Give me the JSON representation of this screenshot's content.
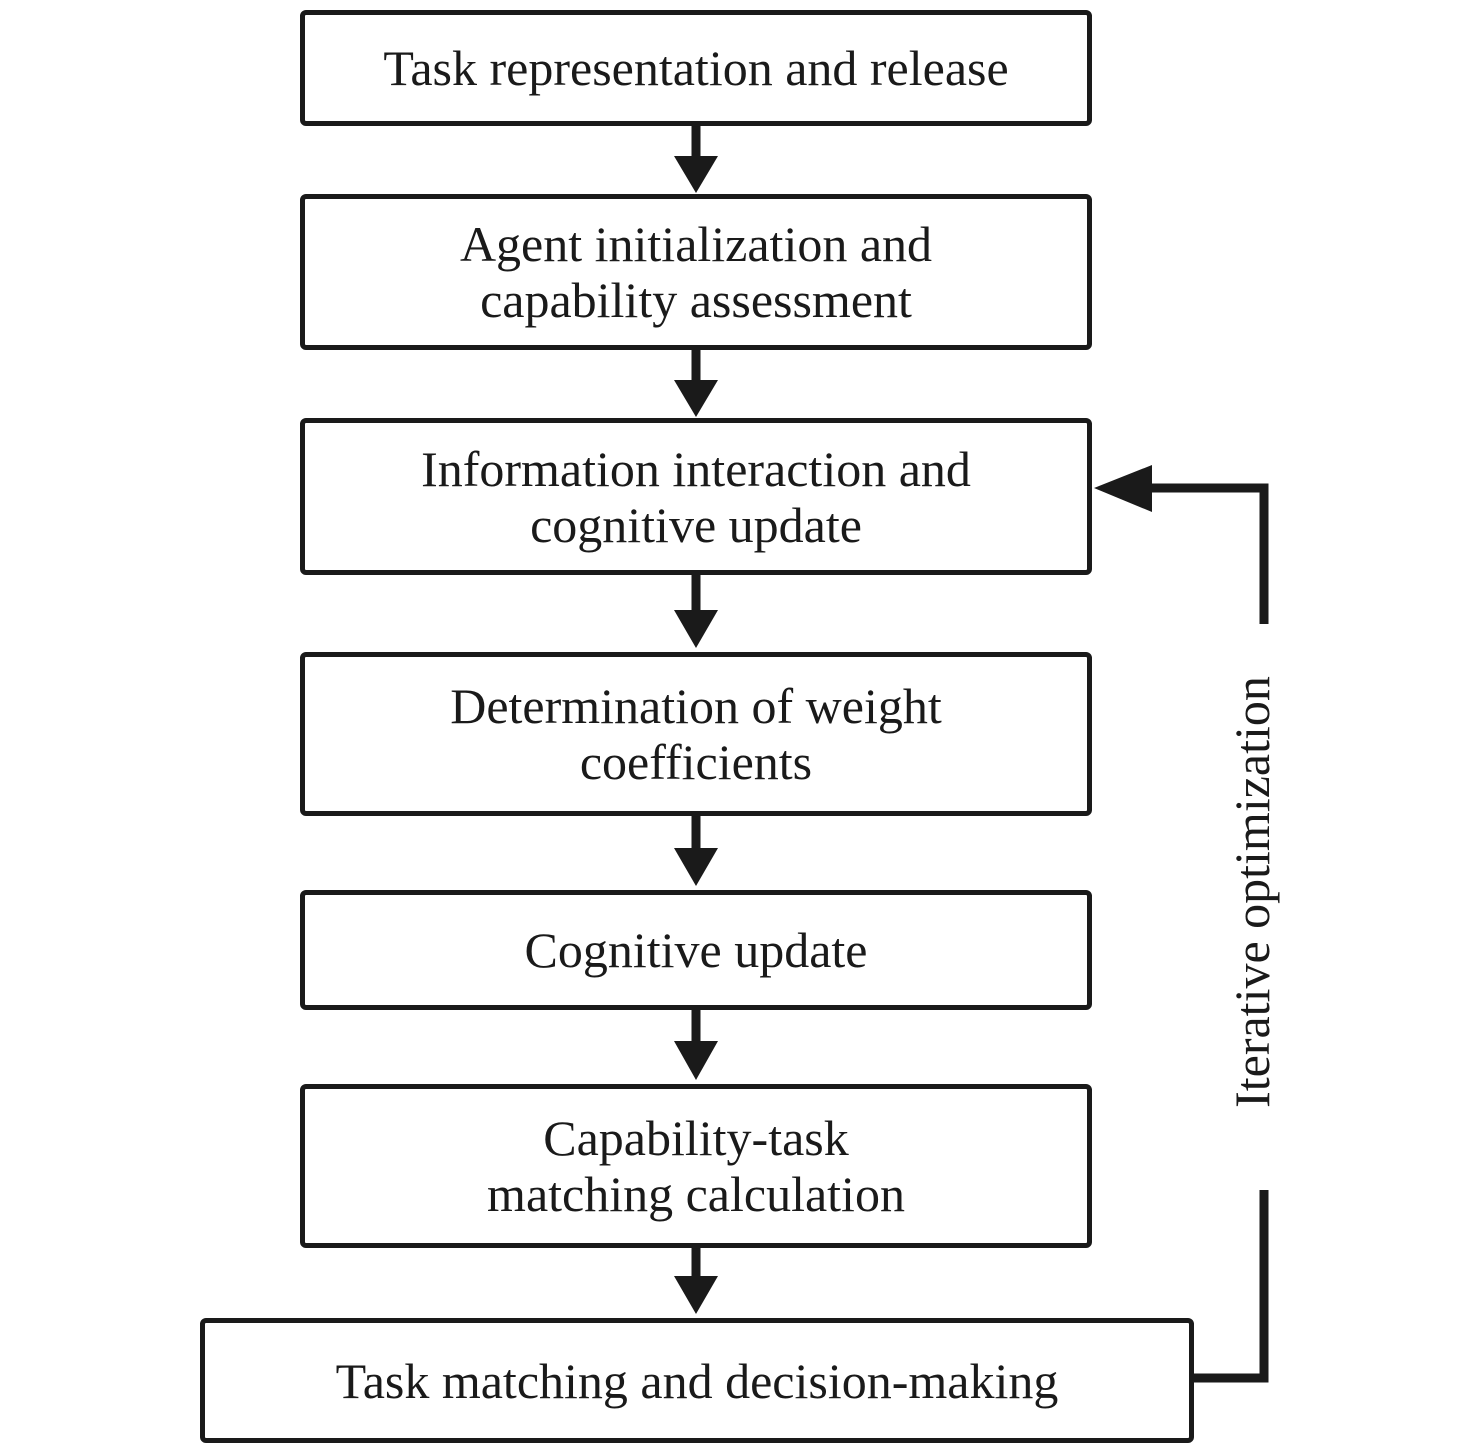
{
  "steps": [
    {
      "label": "Task representation and release"
    },
    {
      "label": "Agent initialization and\ncapability assessment"
    },
    {
      "label": "Information interaction and\ncognitive update"
    },
    {
      "label": "Determination of weight\ncoefficients"
    },
    {
      "label": "Cognitive update"
    },
    {
      "label": "Capability-task\nmatching calculation"
    },
    {
      "label": "Task matching and decision-making"
    }
  ],
  "feedback_loop": {
    "label": "Iterative optimization"
  },
  "colors": {
    "stroke": "#1a1a1a",
    "background": "#ffffff"
  }
}
